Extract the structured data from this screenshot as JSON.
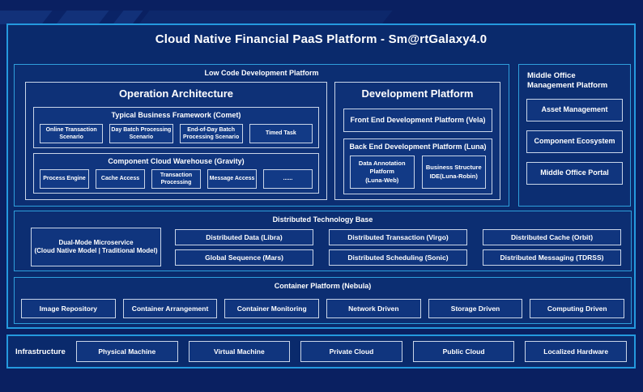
{
  "title": "Cloud Native Financial PaaS Platform - Sm@rtGalaxy4.0",
  "colors": {
    "page_bg": "#0a2061",
    "panel_bg": "#0a2a6c",
    "accent_border": "#2499de",
    "light_border": "#c9d5e8",
    "text": "#ffffff"
  },
  "low_code": {
    "label": "Low Code Development Platform",
    "operation_architecture": {
      "title": "Operation Architecture",
      "typical_business": {
        "label": "Typical Business Framework (Comet)",
        "items": [
          "Online Transaction Scenario",
          "Day Batch Processing Scenario",
          "End-of-Day Batch Processing Scenario",
          "Timed Task"
        ]
      },
      "component_warehouse": {
        "label": "Component Cloud Warehouse (Gravity)",
        "items": [
          "Process Engine",
          "Cache Access",
          "Transaction Processing",
          "Message Access",
          "......"
        ]
      }
    },
    "development_platform": {
      "title": "Development Platform",
      "front_end": "Front End Development Platform (Vela)",
      "back_end": {
        "label": "Back End Development Platform (Luna)",
        "items": [
          "Data Annotation Platform\n(Luna-Web)",
          "Business Structure\nIDE(Luna-Robin)"
        ]
      }
    }
  },
  "middle_office": {
    "label": "Middle Office Management Platform",
    "items": [
      "Asset Management",
      "Component Ecosystem",
      "Middle Office Portal"
    ]
  },
  "distributed": {
    "label": "Distributed Technology Base",
    "dual_mode": "Dual-Mode Microservice\n(Cloud Native Model | Traditional Model)",
    "items": [
      "Distributed Data (Libra)",
      "Distributed Transaction (Virgo)",
      "Distributed Cache (Orbit)",
      "Global Sequence (Mars)",
      "Distributed Scheduling (Sonic)",
      "Distributed Messaging (TDRSS)"
    ]
  },
  "container_platform": {
    "label": "Container Platform (Nebula)",
    "items": [
      "Image Repository",
      "Container Arrangement",
      "Container Monitoring",
      "Network Driven",
      "Storage Driven",
      "Computing Driven"
    ]
  },
  "infrastructure": {
    "label": "Infrastructure",
    "items": [
      "Physical Machine",
      "Virtual Machine",
      "Private Cloud",
      "Public Cloud",
      "Localized Hardware"
    ]
  }
}
